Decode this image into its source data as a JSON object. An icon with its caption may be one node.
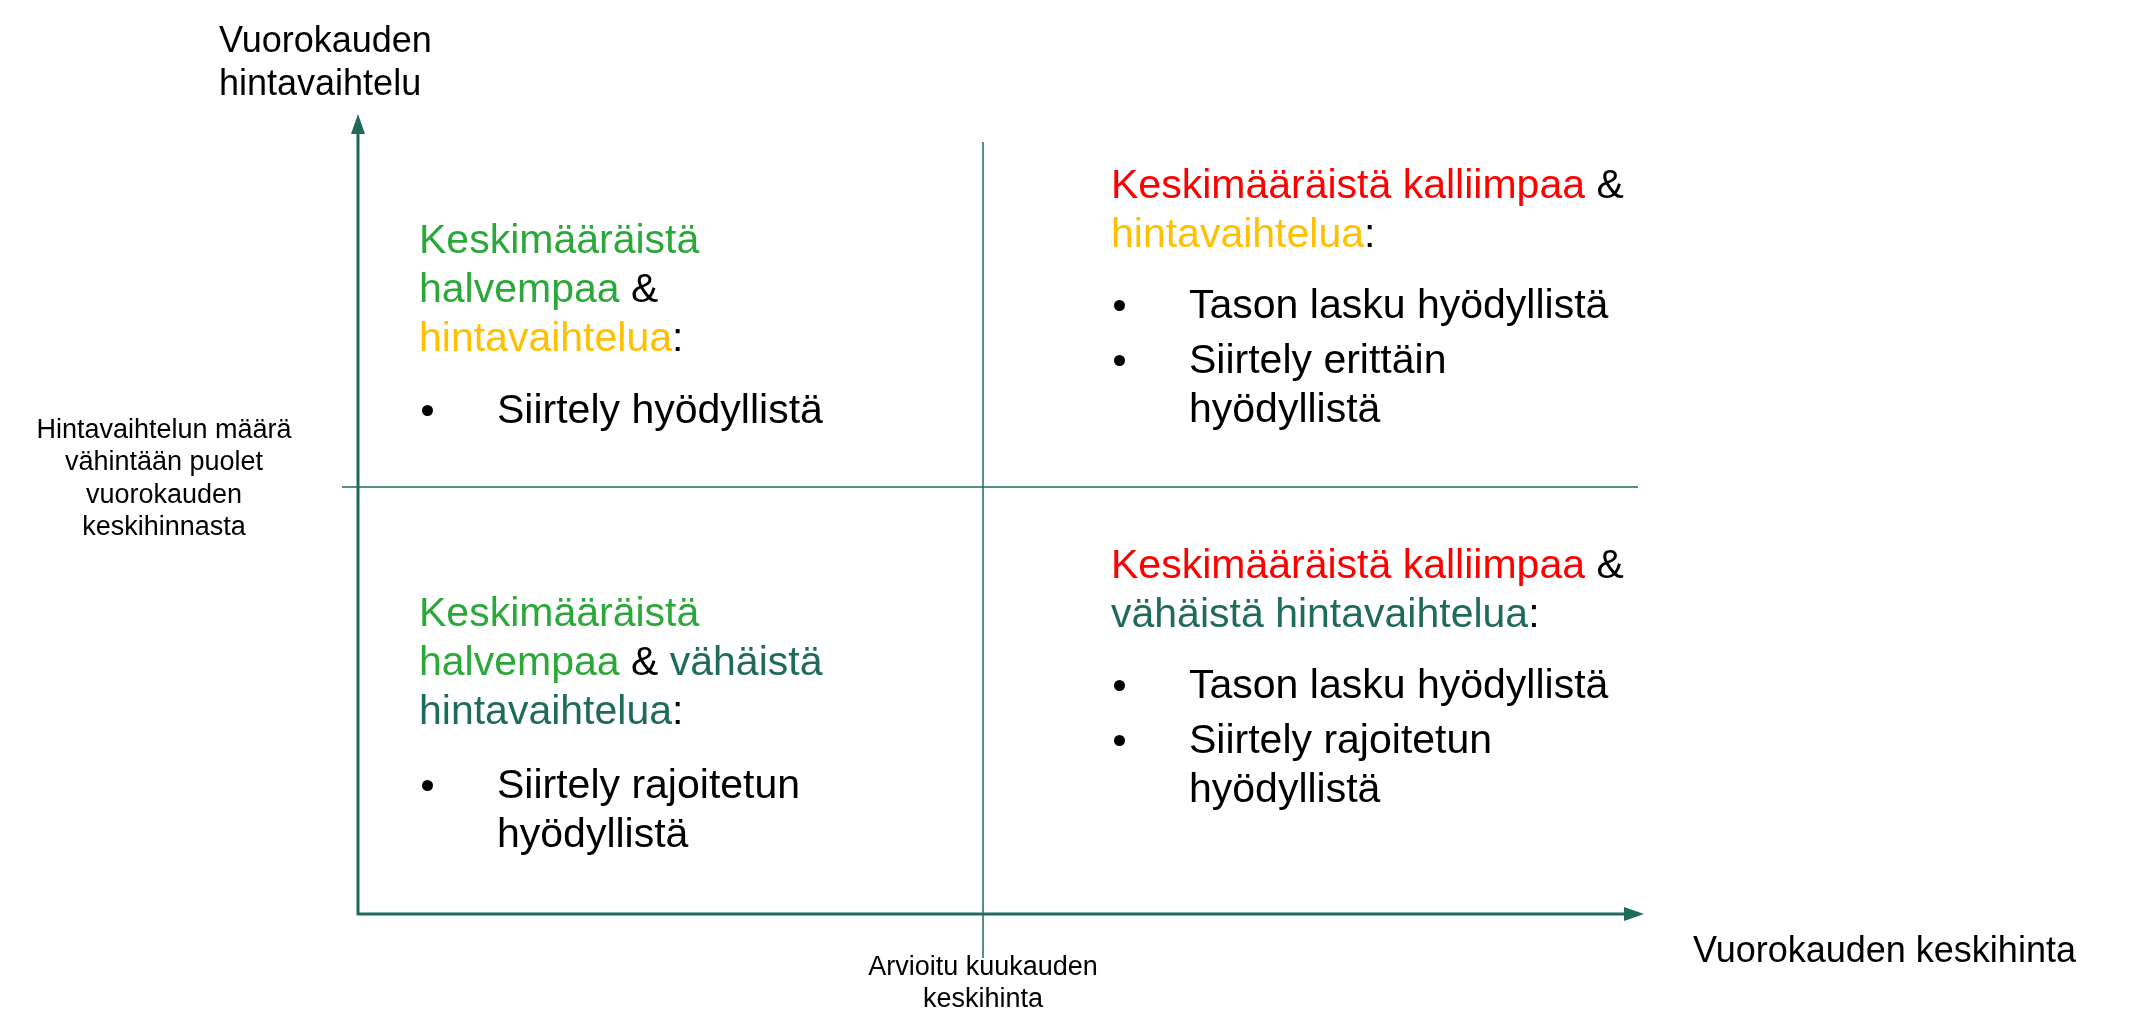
{
  "diagram": {
    "labels": [
      "Vuorokauden hintavaihtelu",
      "Keskimääräistä halvempaa & hintavaihtelua:",
      "Siirtely hyödyllistä",
      "Keskimääräistä kalliimpaa & hintavaihtelua:",
      "Tason lasku hyödyllistä",
      "Siirtely erittäin hyödyllistä",
      "Hintavaihtelun määrä vähintään puolet vuorokauden keskihinnasta",
      "Keskimääräistä halvempaa & vähäistä hintavaihtelua:",
      "Siirtely rajoitetun hyödyllistä",
      "Keskimääräistä kalliimpaa & vähäistä hintavaihtelua:",
      "Tason lasku hyödyllistä",
      "Siirtely rajoitetun hyödyllistä",
      "Vuorokauden keskihinta",
      "Arvioitu kuukauden keskihinta"
    ]
  }
}
